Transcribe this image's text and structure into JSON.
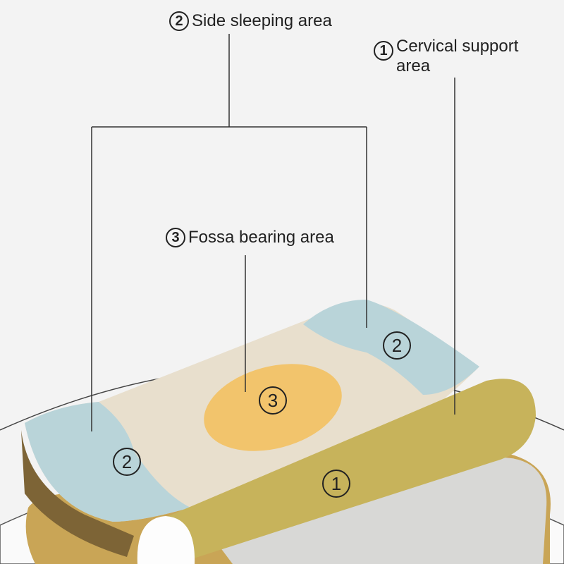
{
  "labels": {
    "side": {
      "num": "2",
      "text": "Side sleeping area"
    },
    "cervical": {
      "num": "1",
      "text": "Cervical support area"
    },
    "fossa": {
      "num": "3",
      "text": "Fossa bearing area"
    }
  },
  "markers": {
    "left_side": "2",
    "right_side": "2",
    "fossa": "3",
    "cervical": "1"
  },
  "colors": {
    "side_zone": "#b7d3d8",
    "fossa_zone": "#f2c46a",
    "center_zone": "#e9dfcc",
    "cervical_roll": "#c9b45a",
    "base_layer": "#d6d6d4",
    "edge_brown": "#7a6335"
  }
}
